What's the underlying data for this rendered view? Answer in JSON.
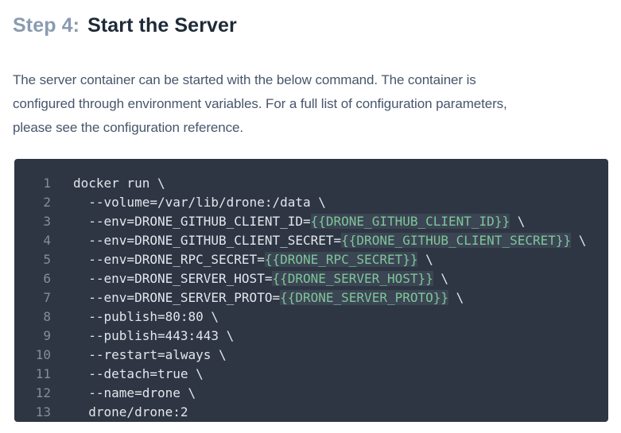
{
  "heading": {
    "step": "Step 4:",
    "title": "Start the Server"
  },
  "paragraph": {
    "lines": [
      "The server container can be started with the below command. The container is",
      "configured through environment variables. For a full list of configuration parameters,",
      "please see the configuration reference."
    ]
  },
  "colors": {
    "step_label": "#8a9bb0",
    "heading_text": "#1e2a38",
    "body_text": "#47566c",
    "code_bg": "#2e3644",
    "code_text": "#e2e6ec",
    "line_number": "#848d9c",
    "var_text": "#7ec699",
    "var_bg": "#3c4554",
    "page_bg": "#ffffff"
  },
  "code_block": {
    "lines": [
      {
        "number": "1",
        "segments": [
          {
            "type": "plain",
            "text": "docker run \\"
          }
        ]
      },
      {
        "number": "2",
        "segments": [
          {
            "type": "plain",
            "text": "  --volume=/var/lib/drone:/data \\"
          }
        ]
      },
      {
        "number": "3",
        "segments": [
          {
            "type": "plain",
            "text": "  --env=DRONE_GITHUB_CLIENT_ID="
          },
          {
            "type": "var",
            "text": "{{DRONE_GITHUB_CLIENT_ID}}"
          },
          {
            "type": "plain",
            "text": " \\"
          }
        ]
      },
      {
        "number": "4",
        "segments": [
          {
            "type": "plain",
            "text": "  --env=DRONE_GITHUB_CLIENT_SECRET="
          },
          {
            "type": "var",
            "text": "{{DRONE_GITHUB_CLIENT_SECRET}}"
          },
          {
            "type": "plain",
            "text": " \\"
          }
        ]
      },
      {
        "number": "5",
        "segments": [
          {
            "type": "plain",
            "text": "  --env=DRONE_RPC_SECRET="
          },
          {
            "type": "var",
            "text": "{{DRONE_RPC_SECRET}}"
          },
          {
            "type": "plain",
            "text": " \\"
          }
        ]
      },
      {
        "number": "6",
        "segments": [
          {
            "type": "plain",
            "text": "  --env=DRONE_SERVER_HOST="
          },
          {
            "type": "var",
            "text": "{{DRONE_SERVER_HOST}}"
          },
          {
            "type": "plain",
            "text": " \\"
          }
        ]
      },
      {
        "number": "7",
        "segments": [
          {
            "type": "plain",
            "text": "  --env=DRONE_SERVER_PROTO="
          },
          {
            "type": "var",
            "text": "{{DRONE_SERVER_PROTO}}"
          },
          {
            "type": "plain",
            "text": " \\"
          }
        ]
      },
      {
        "number": "8",
        "segments": [
          {
            "type": "plain",
            "text": "  --publish=80:80 \\"
          }
        ]
      },
      {
        "number": "9",
        "segments": [
          {
            "type": "plain",
            "text": "  --publish=443:443 \\"
          }
        ]
      },
      {
        "number": "10",
        "segments": [
          {
            "type": "plain",
            "text": "  --restart=always \\"
          }
        ]
      },
      {
        "number": "11",
        "segments": [
          {
            "type": "plain",
            "text": "  --detach=true \\"
          }
        ]
      },
      {
        "number": "12",
        "segments": [
          {
            "type": "plain",
            "text": "  --name=drone \\"
          }
        ]
      },
      {
        "number": "13",
        "segments": [
          {
            "type": "plain",
            "text": "  drone/drone:2"
          }
        ]
      }
    ]
  }
}
